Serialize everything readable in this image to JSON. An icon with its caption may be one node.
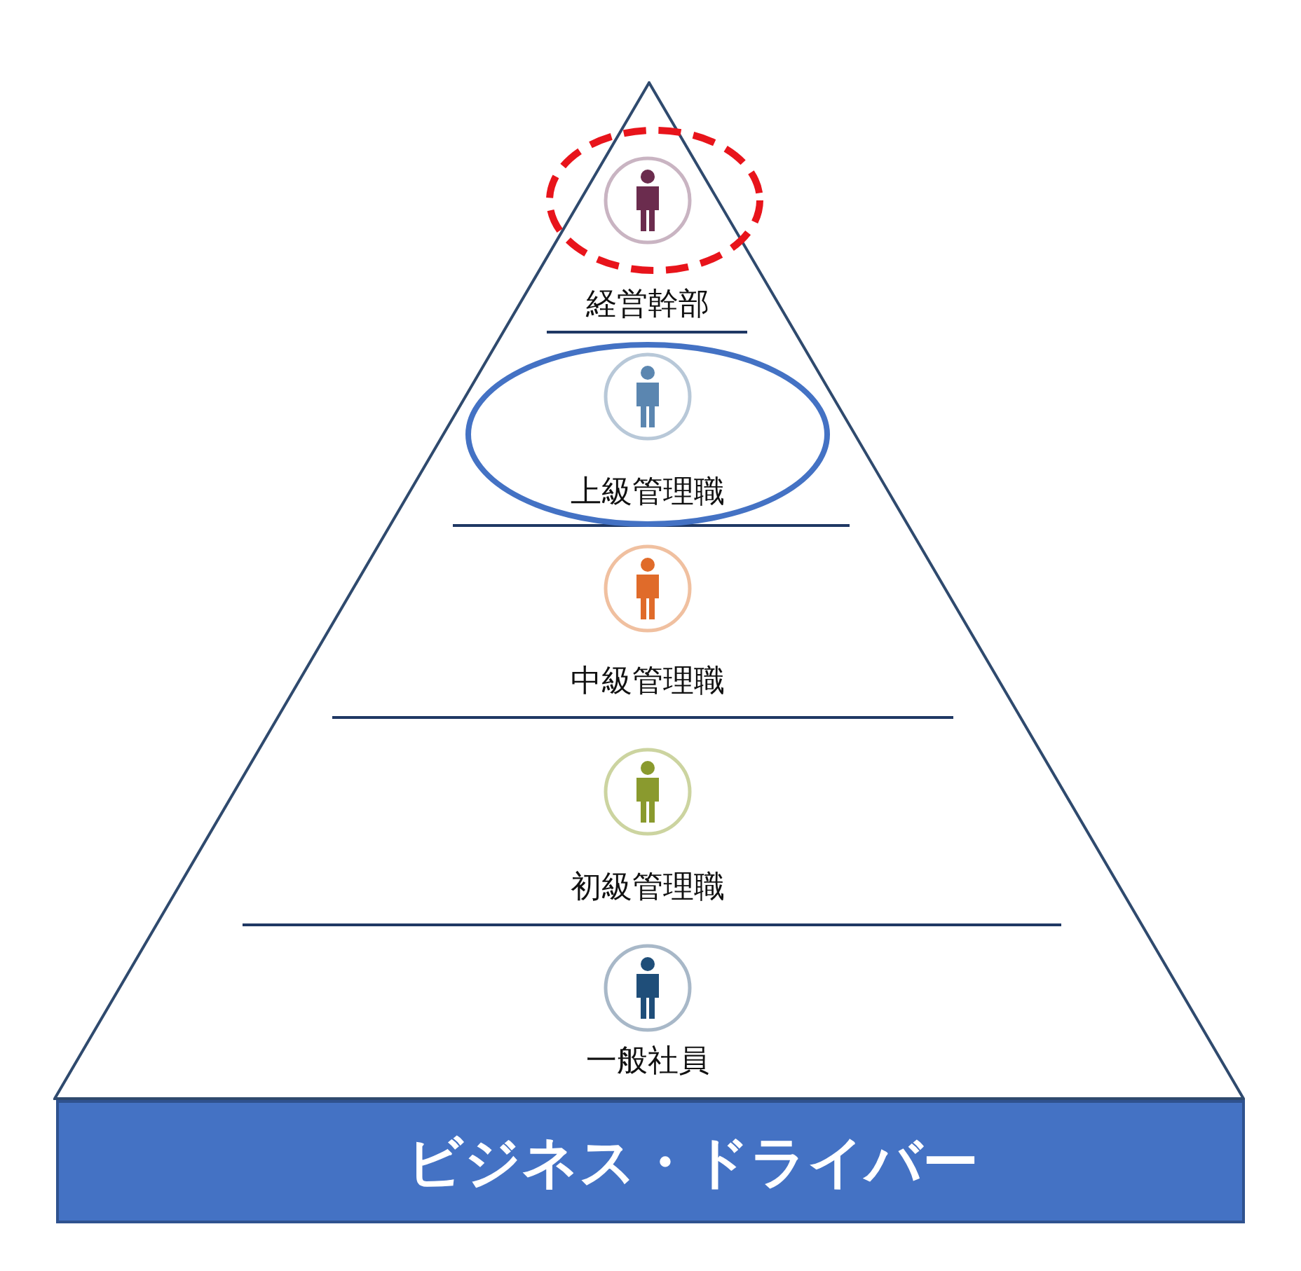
{
  "diagram": {
    "nodes": [
      {
        "text": [],
        "shape": "triangle"
      },
      {
        "text": [
          "経営幹部"
        ],
        "in": 0
      },
      {
        "text": [
          "上級管理職"
        ],
        "in": 0
      },
      {
        "text": [
          "中級管理職"
        ],
        "in": 0
      },
      {
        "text": [
          "初級管理職"
        ],
        "in": 0
      },
      {
        "text": [
          "一般社員"
        ],
        "in": 0
      },
      {
        "text": [
          "ビジネス・ドライバー"
        ]
      }
    ]
  }
}
